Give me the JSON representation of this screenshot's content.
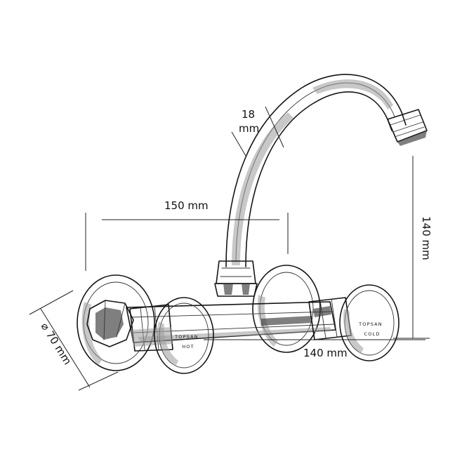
{
  "dimensions": {
    "pipe_diameter_value": "18",
    "pipe_diameter_unit": "mm",
    "spout_reach": "150 mm",
    "spout_height": "140 mm",
    "handle_spacing": "140 mm",
    "flange_diameter": "⌀ 70 mm"
  },
  "handles": {
    "left": {
      "brand": "TOPSAN",
      "label": "HOT"
    },
    "right": {
      "brand": "TOPSAN",
      "label": "COLD"
    }
  }
}
